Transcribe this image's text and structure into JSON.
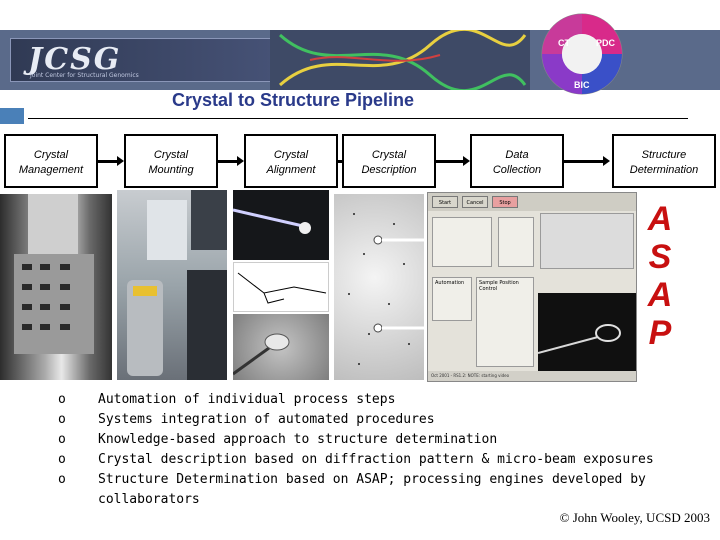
{
  "header": {
    "logo_text": "JCSG",
    "logo_subtitle": "Joint Center for Structural Genomics",
    "wheel_labels": [
      "CT",
      "PDC",
      "BIC"
    ]
  },
  "title": "Crystal to Structure Pipeline",
  "pipeline": {
    "steps": [
      {
        "line1": "Crystal",
        "line2": "Management"
      },
      {
        "line1": "Crystal",
        "line2": "Mounting"
      },
      {
        "line1": "Crystal",
        "line2": "Alignment"
      },
      {
        "line1": "Crystal",
        "line2": "Description"
      },
      {
        "line1": "Data",
        "line2": "Collection"
      },
      {
        "line1": "Structure",
        "line2": "Determination"
      }
    ]
  },
  "control_panel": {
    "buttons": [
      "Start",
      "Cancel",
      "Stop"
    ],
    "automation_label": "Automation",
    "sample_label": "Sample Position Control",
    "footer": "Oct 2001 - RS1.2: NOTE: starting video"
  },
  "asap": [
    "A",
    "S",
    "A",
    "P"
  ],
  "bullets": {
    "marker": "o",
    "items": [
      "Automation of individual process steps",
      "Systems integration of automated procedures",
      "Knowledge-based approach to structure determination",
      "Crystal description based on diffraction pattern & micro-beam exposures",
      "Structure Determination based on ASAP; processing engines developed by collaborators"
    ]
  },
  "copyright": "© John Wooley, UCSD 2003",
  "colors": {
    "title": "#2a3a8a",
    "asap": "#c81010",
    "banner": "#5a6a8a"
  }
}
